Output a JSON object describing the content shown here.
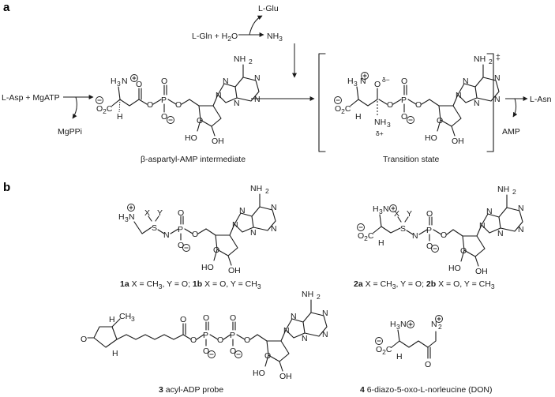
{
  "panel_labels": {
    "a": "a",
    "b": "b"
  },
  "panel_a": {
    "reactants": "L-Asp + MgATP",
    "side_product_1": "MgPPi",
    "glutaminase": {
      "substrate": "L-Gln + H2O",
      "byproduct": "L-Glu",
      "product": "NH3"
    },
    "intermediate_caption": "β-aspartyl-AMP intermediate",
    "transition_caption": "Transition state",
    "transition_marker": "‡",
    "product": "L-Asn",
    "side_product_2": "AMP",
    "partial_charges": {
      "neg": "δ−",
      "pos": "δ+"
    }
  },
  "panel_b": {
    "compound_1": {
      "number": "1a",
      "text1": " X = CH3, Y = O; ",
      "number2": "1b",
      "text2": " X = O, Y = CH3"
    },
    "compound_2": {
      "number": "2a",
      "text1": " X = CH3, Y = O; ",
      "number2": "2b",
      "text2": " X = O, Y = CH3"
    },
    "compound_3": {
      "number": "3",
      "text": " acyl-ADP probe"
    },
    "compound_4": {
      "number": "4",
      "text": " 6-diazo-5-oxo-L-norleucine (DON)"
    }
  },
  "atom_labels": {
    "NH2": "NH2",
    "N": "N",
    "O": "O",
    "P": "P",
    "S": "S",
    "X": "X",
    "Y": "Y",
    "HO": "HO",
    "OH": "OH",
    "H": "H",
    "H3N": "H3N",
    "CO2": "O2C",
    "CH3": "CH3",
    "N2": "N2"
  }
}
